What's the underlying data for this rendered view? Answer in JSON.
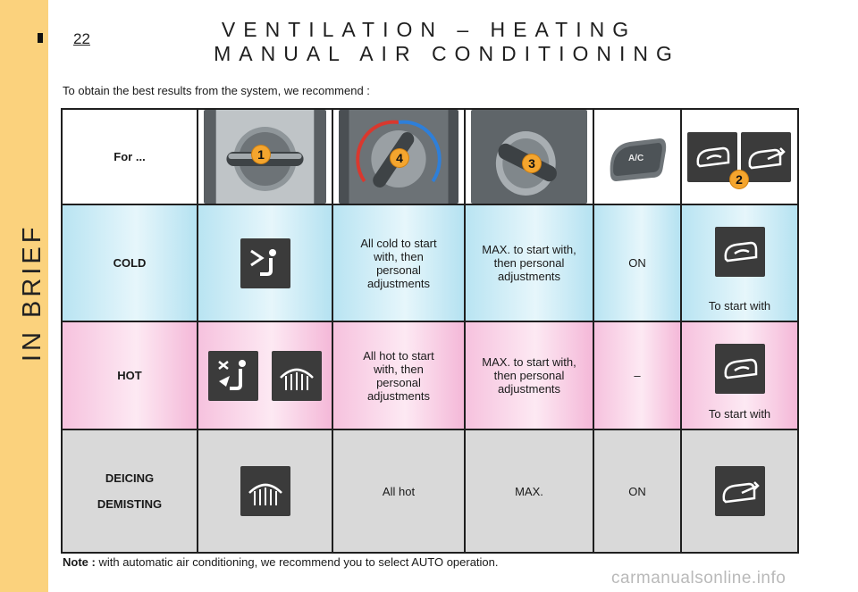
{
  "sidebar": {
    "title": "IN BRIEF"
  },
  "header": {
    "page_number": "22",
    "title_line1": "VENTILATION – HEATING",
    "title_line2": "MANUAL AIR CONDITIONING"
  },
  "intro": "To obtain the best results from the system, we recommend :",
  "table": {
    "head_label": "For ...",
    "controls": [
      {
        "badge": "1",
        "icon": "air-distribution-dial-photo"
      },
      {
        "badge": "4",
        "icon": "temperature-dial-photo"
      },
      {
        "badge": "3",
        "icon": "fan-speed-dial-photo"
      },
      {
        "badge": "",
        "icon": "ac-button-photo",
        "button_text": "A/C"
      },
      {
        "badge": "2",
        "icon": "air-recirculation-buttons"
      }
    ],
    "rows": [
      {
        "label": "COLD",
        "distribution_icon": "face-vents-icon",
        "temperature": "All cold to start with, then personal adjustments",
        "fan": "MAX. to start with, then personal adjustments",
        "ac": "ON",
        "recirc_icon": "recirculation-icon",
        "recirc_caption": "To start with"
      },
      {
        "label": "HOT",
        "distribution_icon": "feet-vents-icon",
        "distribution_icon2": "windscreen-demist-icon",
        "temperature": "All hot to start with, then personal adjustments",
        "fan": "MAX. to start with, then personal adjustments",
        "ac": "–",
        "recirc_icon": "recirculation-icon",
        "recirc_caption": "To start with"
      },
      {
        "label_line1": "DEICING",
        "label_line2": "DEMISTING",
        "distribution_icon": "windscreen-demist-icon",
        "temperature": "All hot",
        "fan": "MAX.",
        "ac": "ON",
        "recirc_icon": "fresh-air-icon"
      }
    ]
  },
  "note": {
    "label": "Note :",
    "text": "with automatic air conditioning, we recommend you to select AUTO operation."
  },
  "watermark": "carmanualsonline.info",
  "colors": {
    "side_strip": "#fbd27d",
    "cold_row": "#cdeef8",
    "hot_row": "#f9d6e8",
    "deice_row": "#d9d9d9",
    "badge": "#f4a52e"
  }
}
